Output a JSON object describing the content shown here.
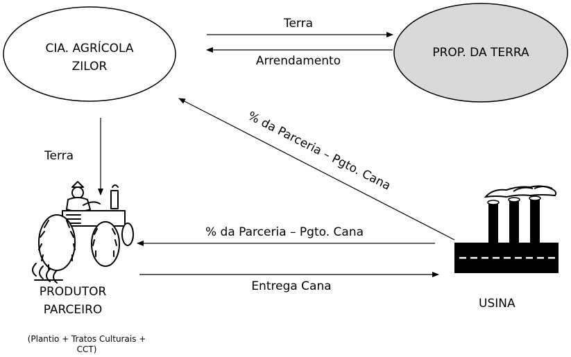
{
  "nodes": {
    "cia": {
      "line1": "CIA. AGRÍCOLA",
      "line2": "ZILOR",
      "fill": "#ffffff"
    },
    "prop": {
      "label": "PROP. DA TERRA",
      "fill": "#d9d9d9"
    },
    "produtor": {
      "line1": "PRODUTOR",
      "line2": "PARCEIRO",
      "note_line1": "(Plantio + Tratos Culturais +",
      "note_line2": "CCT)"
    },
    "usina": {
      "label": "USINA"
    }
  },
  "edges": {
    "terra_top": "Terra",
    "arrendamento": "Arrendamento",
    "terra_left": "Terra",
    "parceria_diag": "% da Parceria – Pgto. Cana",
    "parceria_mid": "% da Parceria – Pgto. Cana",
    "entrega": "Entrega Cana"
  },
  "icons": [
    "tractor-icon",
    "factory-icon"
  ]
}
